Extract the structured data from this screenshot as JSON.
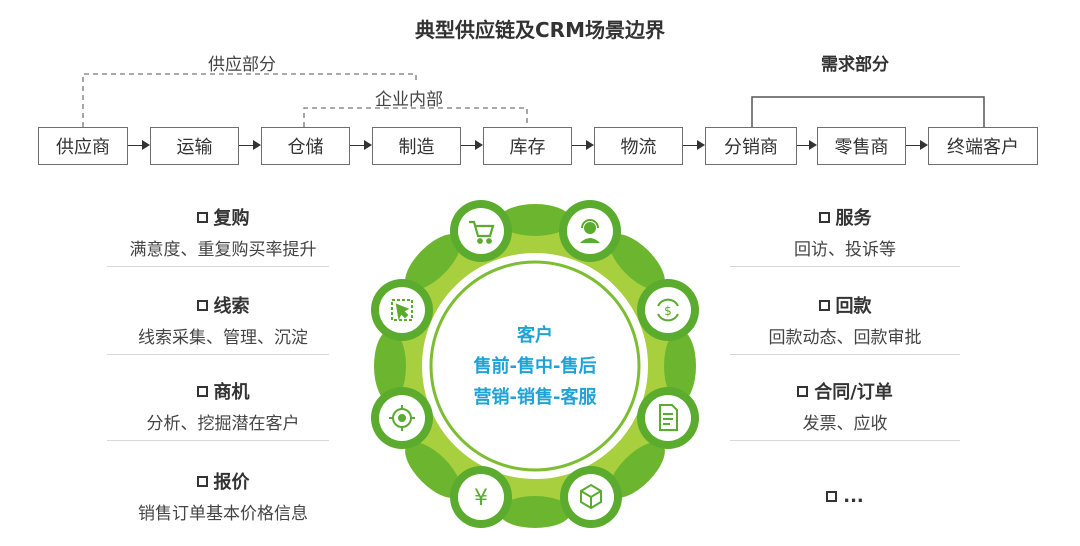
{
  "title": "典型供应链及CRM场景边界",
  "labels": {
    "supply_part": "供应部分",
    "internal": "企业内部",
    "demand_part": "需求部分"
  },
  "chain": [
    "供应商",
    "运输",
    "仓储",
    "制造",
    "库存",
    "物流",
    "分销商",
    "零售商",
    "终端客户"
  ],
  "left_features": [
    {
      "heading": "复购",
      "desc": "满意度、重复购买率提升"
    },
    {
      "heading": "线索",
      "desc": "线索采集、管理、沉淀"
    },
    {
      "heading": "商机",
      "desc": "分析、挖掘潜在客户"
    },
    {
      "heading": "报价",
      "desc": "销售订单基本价格信息"
    }
  ],
  "right_features": [
    {
      "heading": "服务",
      "desc": "回访、投诉等"
    },
    {
      "heading": "回款",
      "desc": "回款动态、回款审批"
    },
    {
      "heading": "合同/订单",
      "desc": "发票、应收"
    },
    {
      "heading": "...",
      "desc": ""
    }
  ],
  "center": {
    "line1": "客户",
    "line2": "售前-售中-售后",
    "line3": "营销-销售-客服"
  },
  "ring_icons": [
    "cart-icon",
    "headset-icon",
    "money-cycle-icon",
    "invoice-icon",
    "box-icon",
    "yen-icon",
    "target-icon",
    "cursor-select-icon"
  ],
  "colors": {
    "ring_dark": "#5aab2e",
    "ring_light": "#a5cf3c",
    "center_text": "#1fa3d6"
  }
}
